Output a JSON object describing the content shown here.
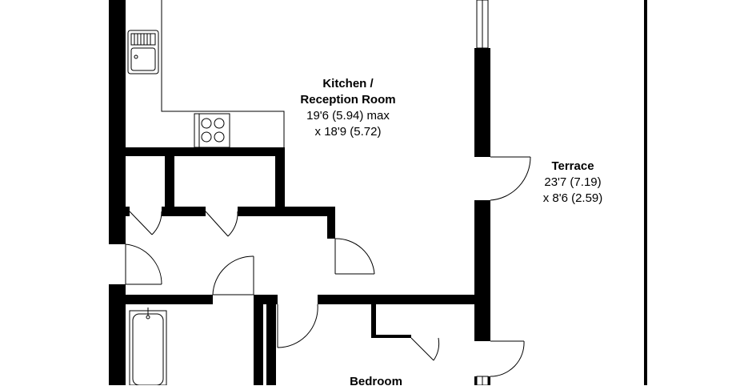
{
  "colors": {
    "wall": "#000000",
    "background": "#ffffff"
  },
  "rooms": {
    "kitchen": {
      "name_line1": "Kitchen /",
      "name_line2": "Reception Room",
      "dim_line1": "19'6 (5.94) max",
      "dim_line2": "x 18'9 (5.72)"
    },
    "terrace": {
      "name": "Terrace",
      "dim_line1": "23'7 (7.19)",
      "dim_line2": "x 8'6 (2.59)"
    },
    "bedroom": {
      "name": "Bedroom"
    }
  },
  "fixtures": [
    "sink-icon",
    "hob-icon",
    "bathtub-icon"
  ]
}
